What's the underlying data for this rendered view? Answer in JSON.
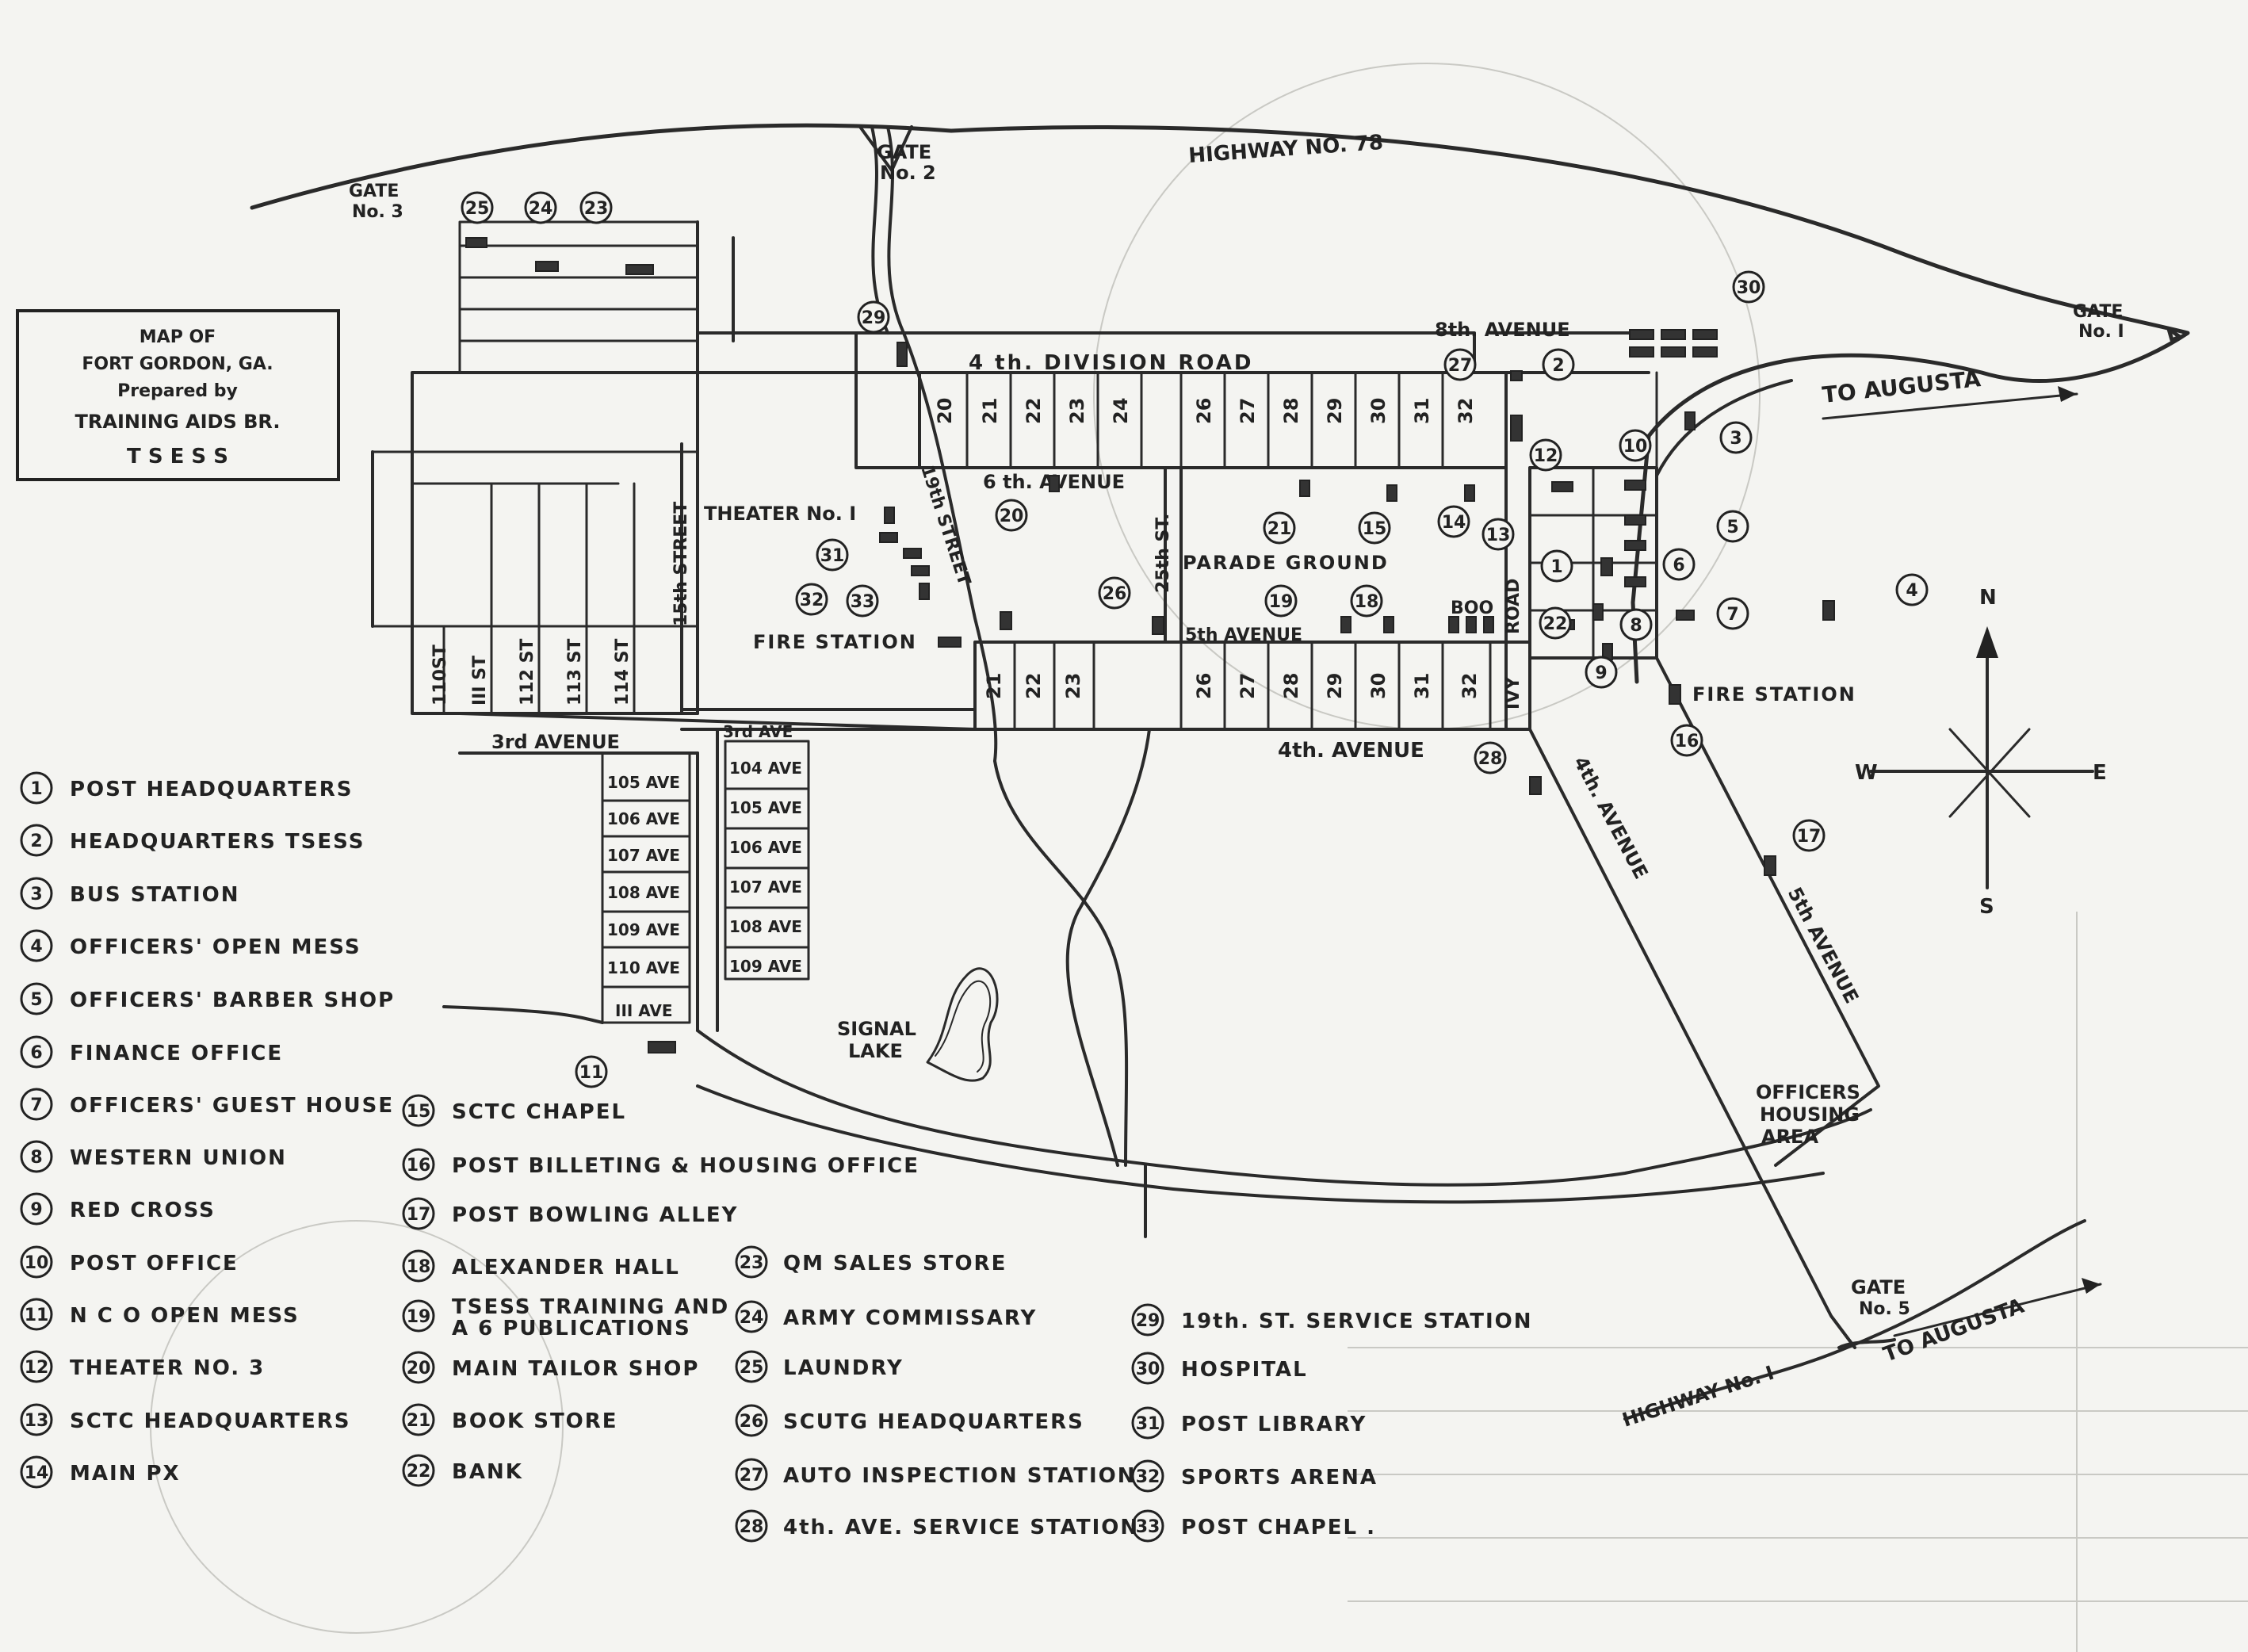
{
  "title_box": {
    "line1": "MAP OF",
    "line2": "FORT GORDON, GA.",
    "line3": "Prepared by",
    "line4": "TRAINING  AIDS  BR.",
    "line5": "T S E S S"
  },
  "roads": {
    "highway_78": "HIGHWAY  NO. 78",
    "highway_1": "HIGHWAY  No. I",
    "to_augusta_top": "TO  AUGUSTA",
    "to_augusta_bottom": "TO  AUGUSTA",
    "gate1_a": "GATE",
    "gate1_b": "No. I",
    "gate2_a": "GATE",
    "gate2_b": "No. 2",
    "gate3_a": "GATE",
    "gate3_b": "No. 3",
    "gate5_a": "GATE",
    "gate5_b": "No. 5",
    "division_road": "4 th.  DIVISION   ROAD",
    "eighth_ave": "8th. AVENUE",
    "sixth_ave": "6 th.    AVENUE",
    "fifth_ave": "5th AVENUE",
    "fourth_ave": "4th. AVENUE",
    "fourth_ave_diag": "4th.  AVENUE",
    "fifth_ave_diag": "5th  AVENUE",
    "third_ave": "3rd  AVENUE",
    "third_ave_short": "3rd  AVE",
    "street_19": "19th  STREET",
    "street_25": "25th  ST.",
    "street_15": "15th  STREET",
    "boo_road": "BOO",
    "road": "ROAD",
    "ivy": "IVY"
  },
  "places": {
    "theater_1": "THEATER  No. I",
    "fire_station_west": "FIRE  STATION",
    "fire_station_east": "FIRE  STATION",
    "parade_ground": "PARADE   GROUND",
    "signal_lake_a": "SIGNAL",
    "signal_lake_b": "LAKE",
    "officers_housing_a": "OFFICERS",
    "officers_housing_b": "HOUSING",
    "officers_housing_c": "AREA"
  },
  "compass": {
    "n": "N",
    "s": "S",
    "e": "E",
    "w": "W"
  },
  "streets_north": [
    "20",
    "21",
    "22",
    "23",
    "24",
    "26",
    "27",
    "28",
    "29",
    "30",
    "31",
    "32"
  ],
  "streets_south": [
    "21",
    "22",
    "23",
    "26",
    "27",
    "28",
    "29",
    "30",
    "31",
    "32"
  ],
  "streets_west": [
    "110ST",
    "III  ST",
    "112  ST",
    "113  ST",
    "114  ST"
  ],
  "aves_left": [
    "105 AVE",
    "106 AVE",
    "107 AVE",
    "108 AVE",
    "109 AVE",
    "110 AVE",
    "III AVE"
  ],
  "aves_right": [
    "104 AVE",
    "105 AVE",
    "106 AVE",
    "107 AVE",
    "108 AVE",
    "109 AVE"
  ],
  "legend": [
    {
      "n": "1",
      "label": "POST  HEADQUARTERS"
    },
    {
      "n": "2",
      "label": "HEADQUARTERS  TSESS"
    },
    {
      "n": "3",
      "label": "BUS   STATION"
    },
    {
      "n": "4",
      "label": "OFFICERS'  OPEN  MESS"
    },
    {
      "n": "5",
      "label": "OFFICERS'  BARBER  SHOP"
    },
    {
      "n": "6",
      "label": "FINANCE   OFFICE"
    },
    {
      "n": "7",
      "label": "OFFICERS'  GUEST  HOUSE"
    },
    {
      "n": "8",
      "label": "WESTERN  UNION"
    },
    {
      "n": "9",
      "label": "RED  CROSS"
    },
    {
      "n": "10",
      "label": "POST  OFFICE"
    },
    {
      "n": "11",
      "label": "N C O  OPEN  MESS"
    },
    {
      "n": "12",
      "label": "THEATER  NO. 3"
    },
    {
      "n": "13",
      "label": "SCTC   HEADQUARTERS"
    },
    {
      "n": "14",
      "label": "MAIN   PX"
    },
    {
      "n": "15",
      "label": "SCTC  CHAPEL"
    },
    {
      "n": "16",
      "label": "POST BILLETING & HOUSING OFFICE"
    },
    {
      "n": "17",
      "label": "POST  BOWLING  ALLEY"
    },
    {
      "n": "18",
      "label": "ALEXANDER  HALL"
    },
    {
      "n": "19",
      "label": "TSESS  TRAINING  AND",
      "label2": "A 6  PUBLICATIONS"
    },
    {
      "n": "20",
      "label": "MAIN  TAILOR  SHOP"
    },
    {
      "n": "21",
      "label": "BOOK  STORE"
    },
    {
      "n": "22",
      "label": "BANK"
    },
    {
      "n": "23",
      "label": "QM  SALES  STORE"
    },
    {
      "n": "24",
      "label": "ARMY  COMMISSARY"
    },
    {
      "n": "25",
      "label": "LAUNDRY"
    },
    {
      "n": "26",
      "label": "SCUTG  HEADQUARTERS"
    },
    {
      "n": "27",
      "label": "AUTO  INSPECTION  STATION"
    },
    {
      "n": "28",
      "label": "4th. AVE.  SERVICE  STATION"
    },
    {
      "n": "29",
      "label": "19th.  ST.  SERVICE  STATION"
    },
    {
      "n": "30",
      "label": "HOSPITAL"
    },
    {
      "n": "31",
      "label": "POST  LIBRARY"
    },
    {
      "n": "32",
      "label": "SPORTS  ARENA"
    },
    {
      "n": "33",
      "label": "POST  CHAPEL ."
    }
  ]
}
